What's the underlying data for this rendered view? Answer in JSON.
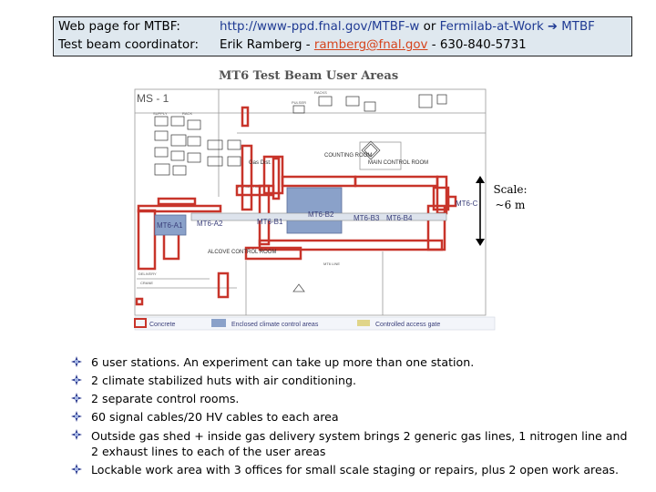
{
  "header": {
    "row1_label": "Web page for MTBF:",
    "row1_url": "http://www-ppd.fnal.gov/MTBF-w",
    "row1_or": "or",
    "row1_alt": "Fermilab-at-Work",
    "row1_alt_target": "MTBF",
    "row2_label": "Test beam coordinator:",
    "row2_name": "Erik Ramberg -",
    "row2_email": "ramberg@fnal.gov",
    "row2_phone": "- 630-840-5731"
  },
  "diagram": {
    "title": "MT6 Test Beam User Areas",
    "ms_label": "MS - 1",
    "areas": [
      "MT6-A1",
      "MT6-A2",
      "MT6-B1",
      "MT6-B2",
      "MT6-B3",
      "MT6-B4",
      "MT6-C"
    ],
    "labels": {
      "gas": "Gas Dist.",
      "counting": "COUNTING ROOM",
      "main_control": "MAIN CONTROL ROOM",
      "alcove": "ALCOVE CONTROL ROOM"
    },
    "legend": [
      "Concrete",
      "Enclosed climate control areas",
      "Controlled access gate"
    ]
  },
  "scale": {
    "line1": "Scale:",
    "line2": "~6 m"
  },
  "bullets": [
    "6 user stations.  An experiment can take up more than one station.",
    "2 climate stabilized huts with air conditioning.",
    "2 separate control rooms.",
    "60 signal cables/20 HV cables to each area",
    "Outside gas shed + inside gas delivery system brings 2 generic gas lines, 1 nitrogen line and 2 exhaust lines to each of the user areas",
    "Lockable work area with 3 offices for small scale staging or repairs, plus 2 open work areas."
  ],
  "colors": {
    "concrete": "#c8342a",
    "enclosed": "#8aa1c9",
    "gate": "#e0d58a",
    "header_bg": "#dfe8ef",
    "bullet": "#2b3a8f"
  }
}
